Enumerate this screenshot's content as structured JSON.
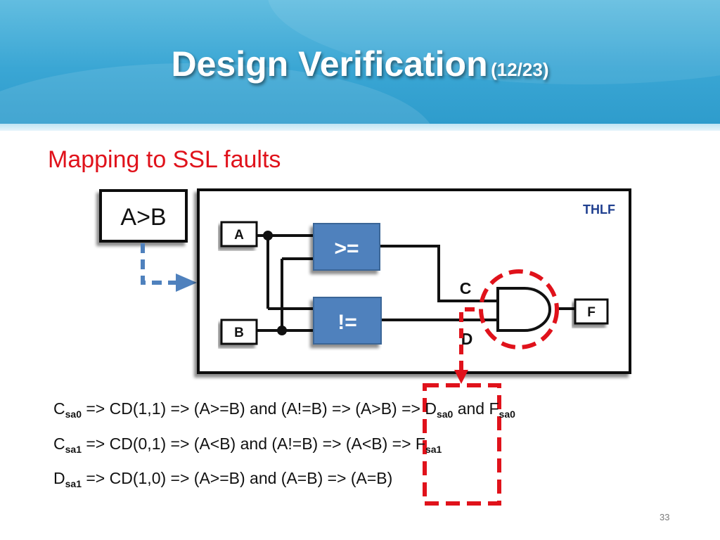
{
  "slide": {
    "title": "Design Verification",
    "title_counter": "(12/23)",
    "subtitle": "Mapping to SSL faults",
    "page_number": "33"
  },
  "diagram": {
    "spec_box_label": "A>B",
    "block_label": "THLF",
    "input_a": "A",
    "input_b": "B",
    "gate_ge": ">=",
    "gate_ne": "!=",
    "signal_c": "C",
    "signal_d": "D",
    "output_f": "F"
  },
  "equations": [
    {
      "a": "C",
      "a_sub": "sa0",
      "mid": " => CD(1,1) => (A>=B) and (A!=B) => (A>B) => D",
      "b_sub": "sa0",
      "and": " and F",
      "c_sub": "sa0"
    },
    {
      "a": "C",
      "a_sub": "sa1",
      "mid": " => CD(0,1) => (A<B) and (A!=B) => (A<B) => F",
      "b_sub": "sa1",
      "and": "",
      "c_sub": ""
    },
    {
      "a": "D",
      "a_sub": "sa1",
      "mid": " => CD(1,0) => (A>=B) and (A=B) => (A=B)",
      "b_sub": "",
      "and": "",
      "c_sub": ""
    }
  ],
  "colors": {
    "title_text": "#ffffff",
    "subtitle_text": "#e0121b",
    "gate_fill": "#4f81bd",
    "fault_marker": "#e0121b",
    "arrow": "#4f81bd"
  }
}
